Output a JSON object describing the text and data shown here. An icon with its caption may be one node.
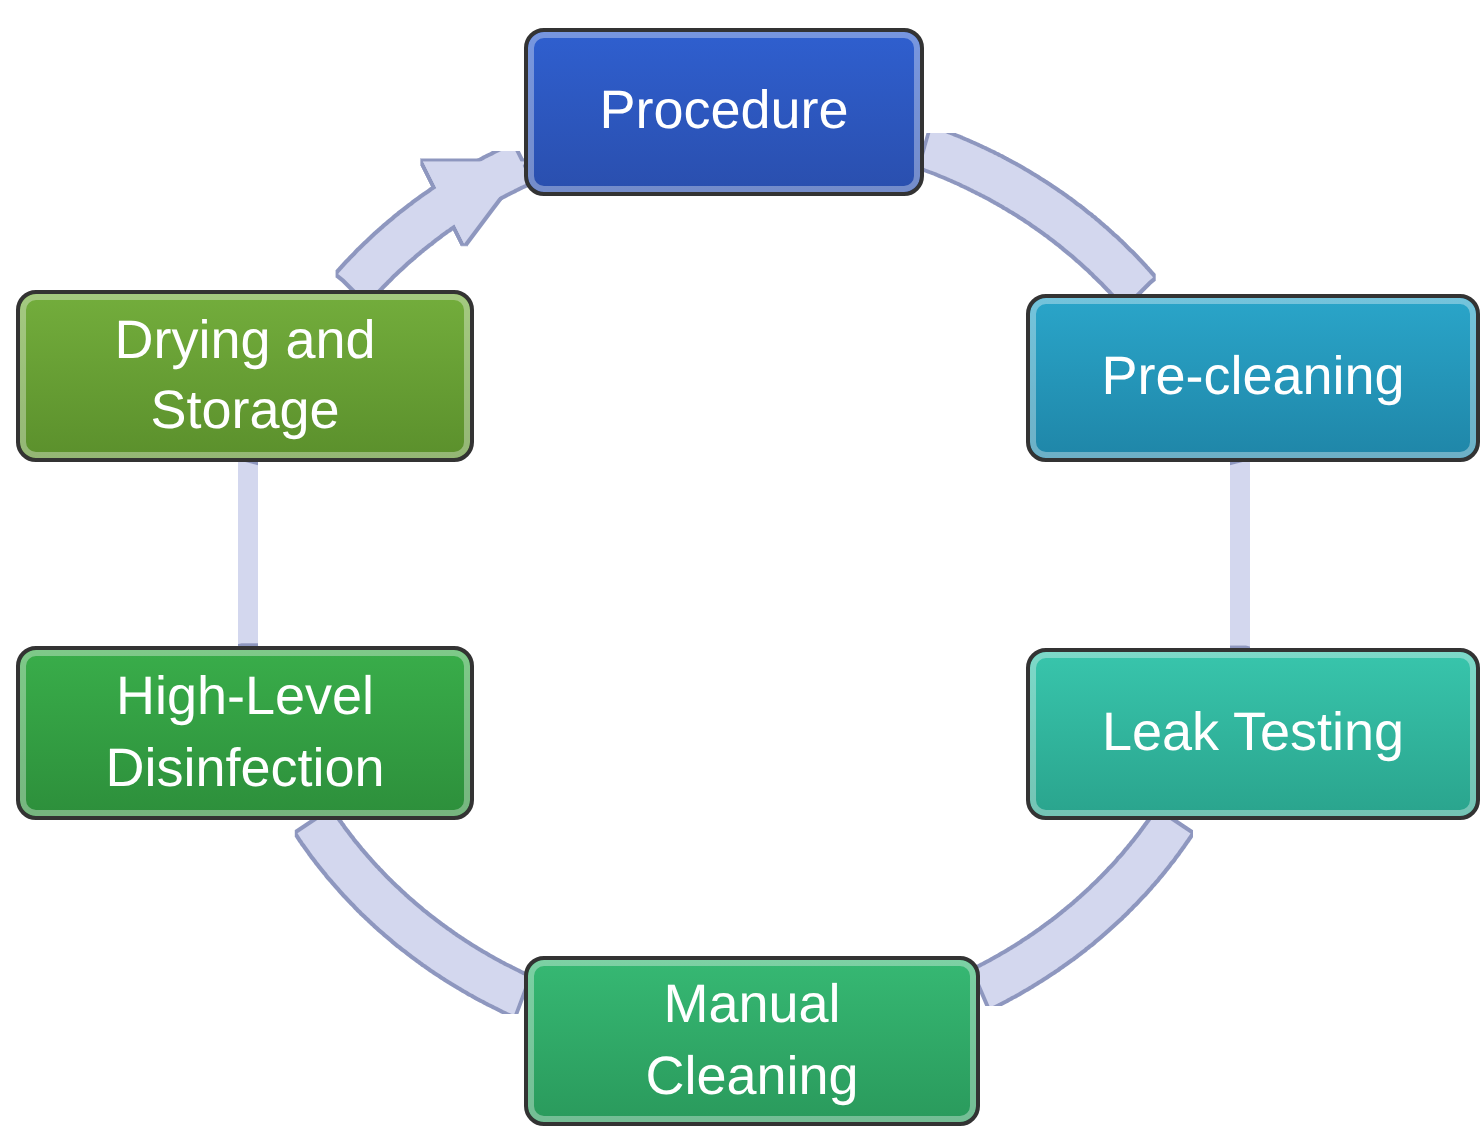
{
  "diagram": {
    "nodes": [
      {
        "text": [
          "Procedure"
        ]
      },
      {
        "text": [
          "Pre-cleaning"
        ]
      },
      {
        "text": [
          "Leak Testing"
        ]
      },
      {
        "text": [
          "Manual Cleaning"
        ]
      },
      {
        "text": [
          "High-Level Disinfection"
        ]
      },
      {
        "text": [
          "Drying and Storage"
        ]
      }
    ],
    "edges": [
      {
        "from": 0,
        "to": 1,
        "arrow": "none"
      },
      {
        "from": 1,
        "to": 2,
        "arrow": "none"
      },
      {
        "from": 2,
        "to": 3,
        "arrow": "none"
      },
      {
        "from": 3,
        "to": 4,
        "arrow": "none"
      },
      {
        "from": 4,
        "to": 5,
        "arrow": "none"
      },
      {
        "from": 5,
        "to": 0,
        "arrow": "to"
      }
    ]
  }
}
